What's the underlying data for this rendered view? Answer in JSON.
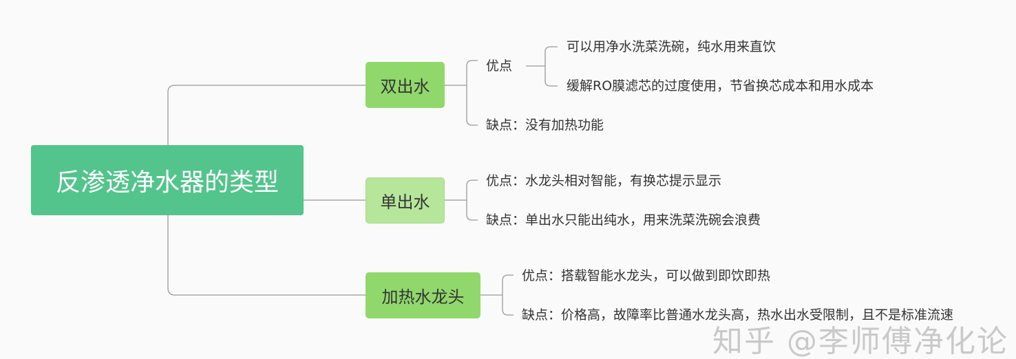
{
  "root": {
    "label": "反渗透净水器的类型",
    "color": "#52c48c"
  },
  "branches": [
    {
      "label": "双出水",
      "color": "#90d86b",
      "pros_label": "优点",
      "pros": [
        "可以用净水洗菜洗碗，纯水用来直饮",
        "缓解RO膜滤芯的过度使用，节省换芯成本和用水成本"
      ],
      "cons": "缺点：没有加热功能"
    },
    {
      "label": "单出水",
      "color": "#b5e69a",
      "pros": "优点：水龙头相对智能，有换芯提示显示",
      "cons": "缺点：单出水只能出纯水，用来洗菜洗碗会浪费"
    },
    {
      "label": "加热水龙头",
      "color": "#90d86b",
      "pros": "优点：搭载智能水龙头，可以做到即饮即热",
      "cons": "缺点：价格高，故障率比普通水龙头高，热水出水受限制，且不是标准流速"
    }
  ],
  "watermark": "知乎 @李师傅净化论"
}
